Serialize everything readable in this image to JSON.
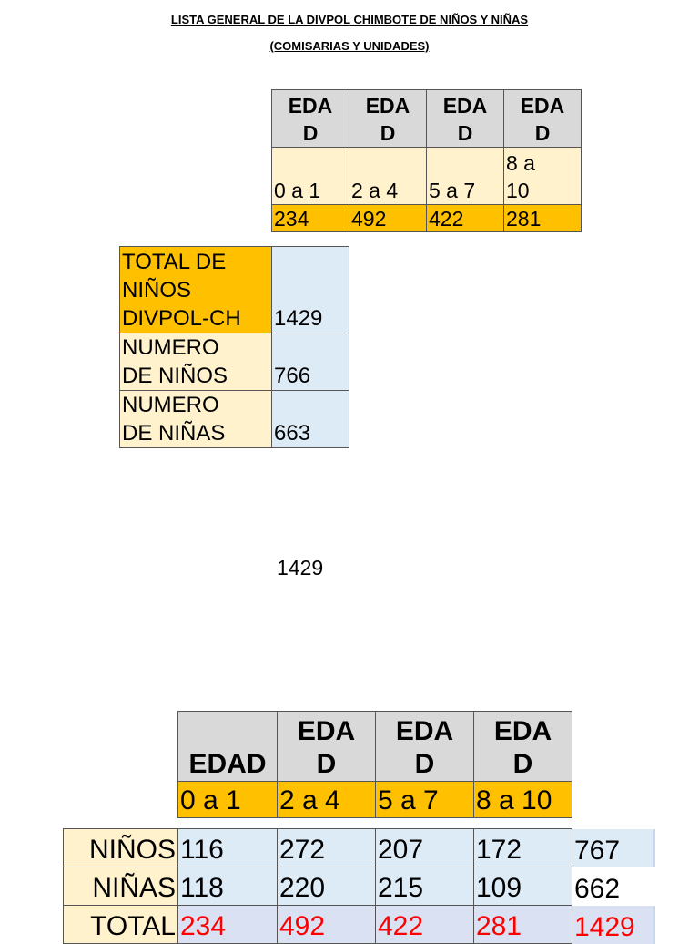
{
  "doc": {
    "title_line1": "LISTA GENERAL DE LA DIVPOL CHIMBOTE DE NIÑOS Y NIÑAS",
    "title_line2": "(COMISARIAS Y UNIDADES)"
  },
  "table1": {
    "headers": [
      "EDA\nD",
      "EDA\nD",
      "EDA\nD",
      "EDA\nD"
    ],
    "ranges": [
      "0 a 1",
      "2 a 4",
      "5 a 7",
      "8 a\n10"
    ],
    "values": [
      "234",
      "492",
      "422",
      "281"
    ]
  },
  "table2": {
    "rows": [
      {
        "label": "TOTAL DE\nNIÑOS\nDIVPOL-CH",
        "value": "1429"
      },
      {
        "label": "NUMERO\nDE NIÑOS",
        "value": "766"
      },
      {
        "label": "NUMERO\nDE NIÑAS",
        "value": "663"
      }
    ]
  },
  "standalone_total": "1429",
  "table3": {
    "headers": [
      "EDAD",
      "EDA\nD",
      "EDA\nD",
      "EDA\nD"
    ],
    "ranges": [
      "0 a 1",
      "2 a 4",
      "5 a 7",
      "8 a 10"
    ],
    "rows": [
      {
        "label": "NIÑOS",
        "values": [
          "116",
          "272",
          "207",
          "172"
        ],
        "total": "767"
      },
      {
        "label": "NIÑAS",
        "values": [
          "118",
          "220",
          "215",
          "109"
        ],
        "total": "662"
      },
      {
        "label": "TOTAL",
        "values": [
          "234",
          "492",
          "422",
          "281"
        ],
        "total": "1429"
      }
    ]
  }
}
